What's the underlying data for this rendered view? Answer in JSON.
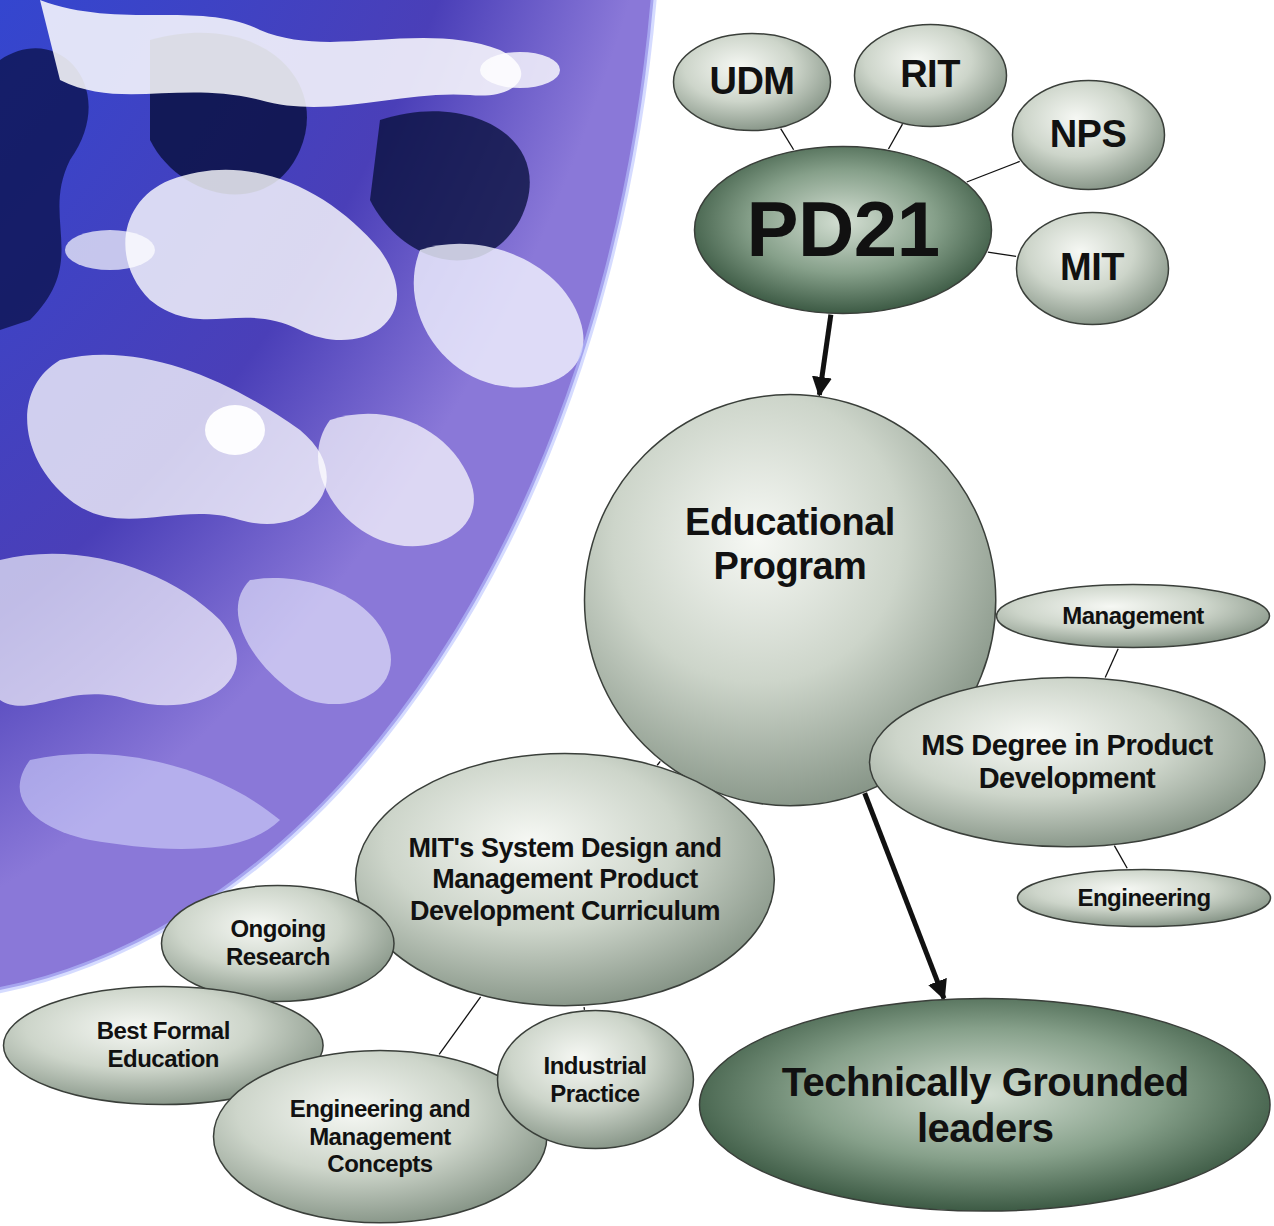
{
  "diagram": {
    "nodes": [
      {
        "text": [
          "PD21"
        ]
      },
      {
        "text": [
          "UDM"
        ]
      },
      {
        "text": [
          "RIT"
        ]
      },
      {
        "text": [
          "NPS"
        ]
      },
      {
        "text": [
          "MIT"
        ]
      },
      {
        "text": [
          "Educational Program"
        ]
      },
      {
        "text": [
          "Management"
        ]
      },
      {
        "text": [
          "MS Degree in Product Development"
        ]
      },
      {
        "text": [
          "Engineering"
        ]
      },
      {
        "text": [
          "MIT's System Design and Management Product Development Curriculum"
        ]
      },
      {
        "text": [
          "Ongoing Research"
        ]
      },
      {
        "text": [
          "Best Formal Education"
        ]
      },
      {
        "text": [
          "Engineering and Management Concepts"
        ]
      },
      {
        "text": [
          "Industrial Practice"
        ]
      },
      {
        "text": [
          "Technically Grounded leaders"
        ]
      }
    ],
    "edges": [
      {
        "from": 0,
        "to": 1,
        "arrow": "none"
      },
      {
        "from": 0,
        "to": 2,
        "arrow": "none"
      },
      {
        "from": 0,
        "to": 3,
        "arrow": "none"
      },
      {
        "from": 0,
        "to": 4,
        "arrow": "none"
      },
      {
        "from": 0,
        "to": 5,
        "arrow": "to"
      },
      {
        "from": 5,
        "to": 9,
        "arrow": "none"
      },
      {
        "from": 5,
        "to": 7,
        "arrow": "none"
      },
      {
        "from": 6,
        "to": 7,
        "arrow": "none"
      },
      {
        "from": 7,
        "to": 8,
        "arrow": "none"
      },
      {
        "from": 9,
        "to": 10,
        "arrow": "none"
      },
      {
        "from": 9,
        "to": 11,
        "arrow": "none"
      },
      {
        "from": 9,
        "to": 12,
        "arrow": "none"
      },
      {
        "from": 9,
        "to": 13,
        "arrow": "none"
      },
      {
        "from": 5,
        "to": 14,
        "arrow": "to"
      }
    ]
  }
}
